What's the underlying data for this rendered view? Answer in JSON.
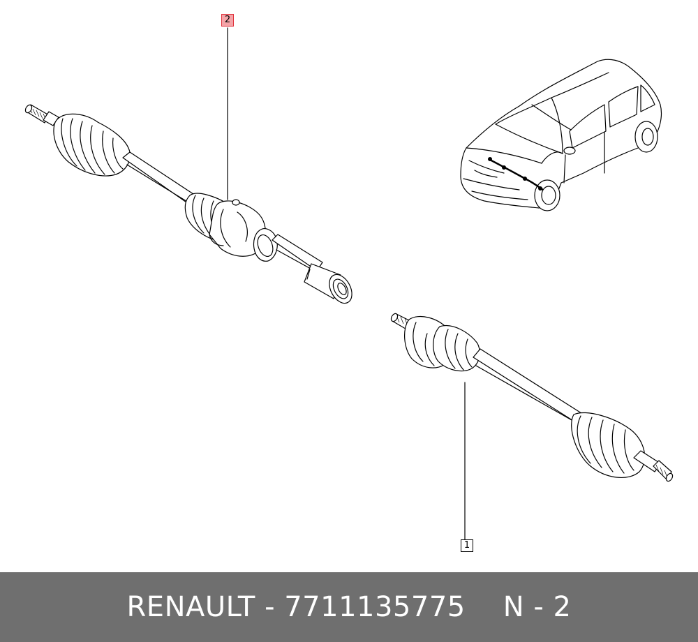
{
  "callouts": [
    {
      "label": "2",
      "highlighted": true,
      "highlight_color": "#f4a3a7"
    },
    {
      "label": "1",
      "highlighted": false
    }
  ],
  "footer": {
    "brand": "RENAULT",
    "separator": "-",
    "part_number": "7711135775",
    "code": "N - 2",
    "background_color": "#6f6f6f"
  },
  "icons": [
    "drive-shaft-long-illustration",
    "drive-shaft-short-illustration",
    "car-location-illustration"
  ]
}
